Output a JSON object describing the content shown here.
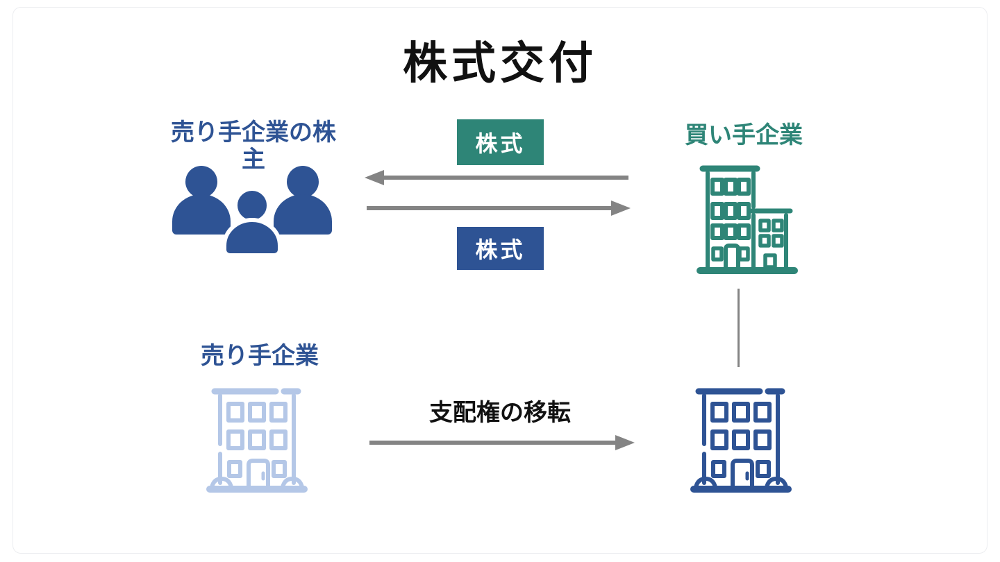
{
  "title": "株式交付",
  "diagram": {
    "seller_shareholders": {
      "label": "売り手企業の株主",
      "icon": "people-group-icon"
    },
    "buyer_company": {
      "label": "買い手企業",
      "icon": "office-building-annex-icon"
    },
    "seller_company": {
      "label": "売り手企業",
      "icon": "apartment-building-icon"
    },
    "seller_company_controlled": {
      "label": "",
      "icon": "apartment-building-icon"
    },
    "flows": {
      "shares_from_buyer": {
        "label": "株式",
        "direction": "buyer-to-shareholders"
      },
      "shares_from_sellers": {
        "label": "株式",
        "direction": "shareholders-to-buyer"
      },
      "control_transfer": {
        "label": "支配権の移転",
        "direction": "seller-to-controlled"
      }
    }
  },
  "colors": {
    "primary_blue": "#2E5394",
    "teal": "#2E8577",
    "light_blue": "#B4C7E7",
    "arrow_gray": "#848484",
    "title_black": "#111111",
    "slide_border": "#ECEDF0"
  }
}
